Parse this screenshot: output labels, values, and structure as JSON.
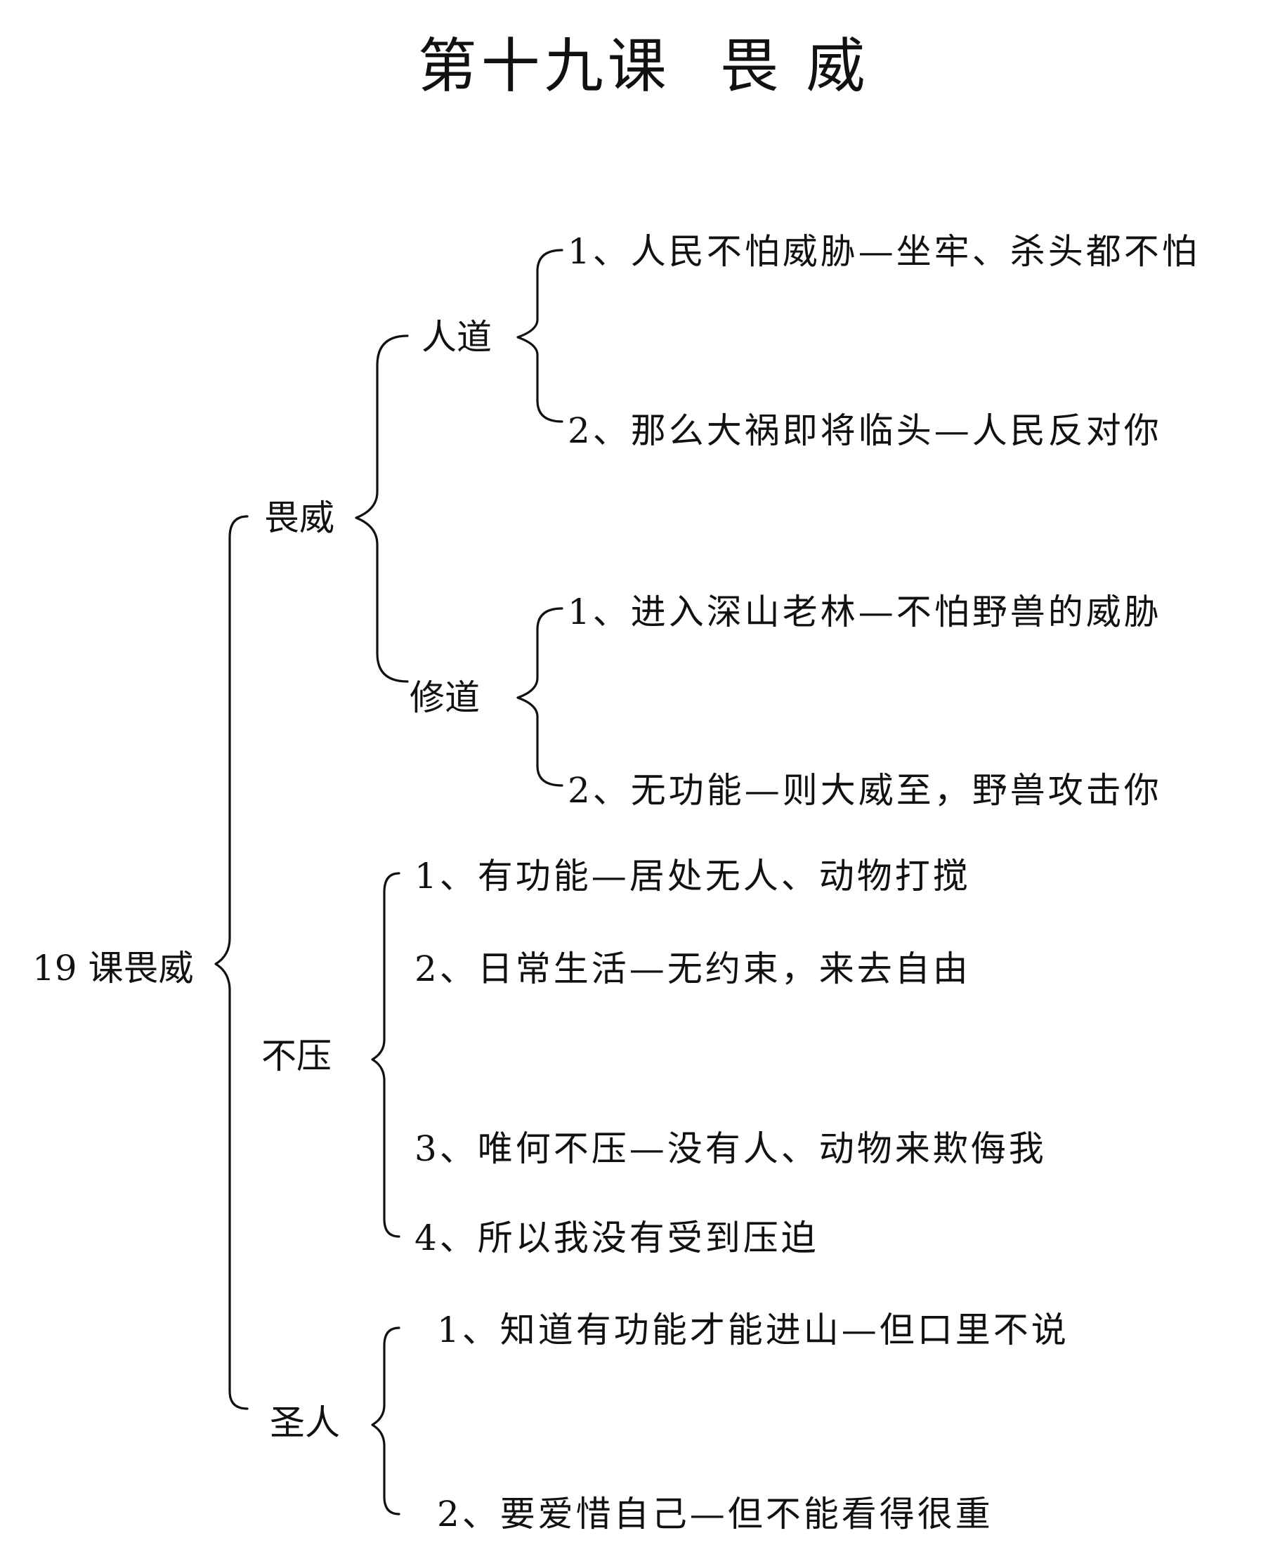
{
  "title": {
    "main": "第十九课",
    "sub": "畏 威"
  },
  "root": "19 课畏威",
  "branches": [
    {
      "label": "畏威",
      "children": [
        {
          "label": "人道",
          "items": [
            "1、人民不怕威胁—坐牢、杀头都不怕",
            "2、那么大祸即将临头—人民反对你"
          ]
        },
        {
          "label": "修道",
          "items": [
            "1、进入深山老林—不怕野兽的威胁",
            "2、无功能—则大威至，野兽攻击你"
          ]
        }
      ]
    },
    {
      "label": "不压",
      "items": [
        "1、有功能—居处无人、动物打搅",
        "2、日常生活—无约束，来去自由",
        "3、唯何不压—没有人、动物来欺侮我",
        "4、所以我没有受到压迫"
      ]
    },
    {
      "label": "圣人",
      "items": [
        "1、知道有功能才能进山—但口里不说",
        "2、要爱惜自己—但不能看得很重"
      ]
    }
  ]
}
